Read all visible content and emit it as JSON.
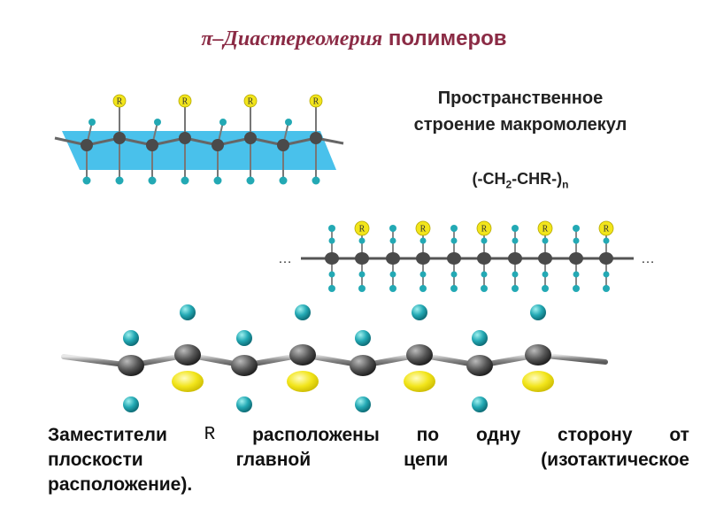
{
  "title": {
    "italic_part": "π–Диастереомерия",
    "bold_part": "полимеров",
    "color": "#8b2b45"
  },
  "subtitle": {
    "line1": "Пространственное",
    "line2": "строение макромолекул"
  },
  "formula": {
    "part1": "(-CH",
    "sub1": "2",
    "part2": "-CHR-)",
    "sub2": "n"
  },
  "molecule_labels": {
    "substituent": "R",
    "ellipsis": "…"
  },
  "caption": {
    "line1_words": [
      "Заместители",
      "R",
      "расположены",
      "по",
      "одну",
      "сторону",
      "от"
    ],
    "line2_words": [
      "плоскости",
      "главной",
      "цепи",
      "(изотактическое"
    ],
    "line3": "расположение)."
  },
  "colors": {
    "plane": "#29b6e8",
    "hydrogen": "#23a9b4",
    "substituent": "#f2e51b",
    "carbon": "#4a4a4a"
  }
}
